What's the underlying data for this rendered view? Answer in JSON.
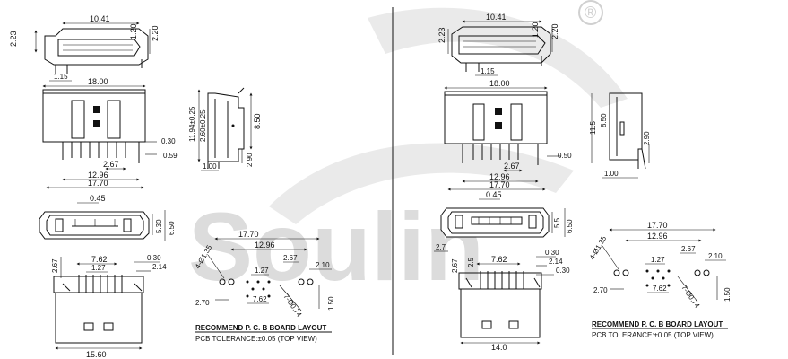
{
  "watermark": {
    "brand_text": "Soulin",
    "registered_mark": "®"
  },
  "colors": {
    "line": "#111111",
    "watermark": "#d9d9d9",
    "background": "#ffffff"
  },
  "left": {
    "top_view": {
      "width": "10.41",
      "h_left": "2.23",
      "h_r1": "1.20",
      "h_r2": "2.20",
      "base": "1.15"
    },
    "front_view": {
      "width": "18.00",
      "pitch": "2.67",
      "inner": "12.96",
      "outer": "17.70",
      "pin_w": "0.30",
      "pin_off": "0.59"
    },
    "side_view": {
      "h_total": "11.94±0.25",
      "h_mid": "2.60±0.25",
      "h_body": "8.50",
      "h_tail": "2.90",
      "foot": "1.00"
    },
    "plug_view": {
      "top": "0.45",
      "h1": "5.30",
      "h2": "6.50"
    },
    "bottom_view": {
      "h": "2.67",
      "pitch": "7.62",
      "pin": "1.27",
      "w1": "0.30",
      "w2": "2.14",
      "width": "15.60"
    },
    "pcb": {
      "width_outer": "17.70",
      "width_inner": "12.96",
      "pitch": "2.67",
      "hole": "4-Ø1.35",
      "w1": "2.10",
      "p1": "1.27",
      "spacing": "7.62",
      "off": "2.70",
      "holes": "7-Ø0.74",
      "h": "1.50",
      "title": "RECOMMEND P. C. B BOARD LAYOUT",
      "tolerance": "PCB TOLERANCE:±0.05   (TOP VIEW)"
    }
  },
  "right": {
    "top_view": {
      "width": "10.41",
      "h_left": "2.23",
      "h_r1": "1.20",
      "h_r2": "2.20",
      "base": "1.15"
    },
    "front_view": {
      "width": "18.00",
      "pitch": "2.67",
      "inner": "12.96",
      "outer": "17.70",
      "pin_off": "0.50"
    },
    "side_view": {
      "h_total": "11.5",
      "h_body": "8.50",
      "h_tail": "2.90",
      "foot": "1.00"
    },
    "plug_view": {
      "top": "0.45",
      "h1": "5.5",
      "h2": "6.50"
    },
    "bottom_view": {
      "h0": "2.7",
      "h": "2.67",
      "h2": "2.5",
      "pitch": "7.62",
      "w1": "0.30",
      "w2": "2.14",
      "w3": "0.30",
      "width": "14.0"
    },
    "pcb": {
      "width_outer": "17.70",
      "width_inner": "12.96",
      "pitch": "2.67",
      "hole": "4-Ø1.35",
      "w1": "2.10",
      "p1": "1.27",
      "spacing": "7.62",
      "off": "2.70",
      "holes": "7-Ø0.74",
      "h": "1.50",
      "title": "RECOMMEND P. C. B BOARD LAYOUT",
      "tolerance": "PCB TOLERANCE:±0.05   (TOP VIEW)"
    }
  }
}
